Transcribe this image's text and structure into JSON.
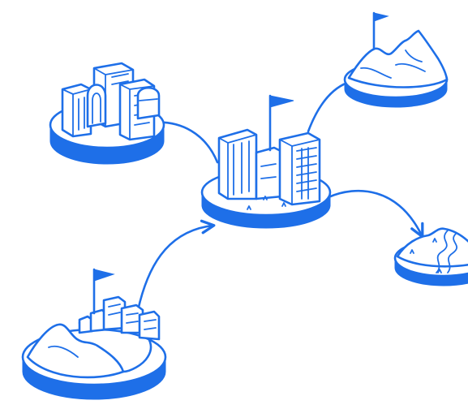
{
  "colors": {
    "ink": "#1E6FE8",
    "background": "#ffffff"
  },
  "nodes": [
    {
      "id": "hub",
      "icon": "city-hub-icon"
    },
    {
      "id": "old-town",
      "icon": "historic-buildings-icon"
    },
    {
      "id": "summit",
      "icon": "mountain-flag-icon"
    },
    {
      "id": "river",
      "icon": "river-valley-icon"
    },
    {
      "id": "origin",
      "icon": "hill-village-icon"
    }
  ],
  "connections": [
    {
      "from": "origin",
      "to": "hub"
    },
    {
      "from": "hub",
      "to": "old-town"
    },
    {
      "from": "hub",
      "to": "summit"
    },
    {
      "from": "hub",
      "to": "river"
    }
  ]
}
